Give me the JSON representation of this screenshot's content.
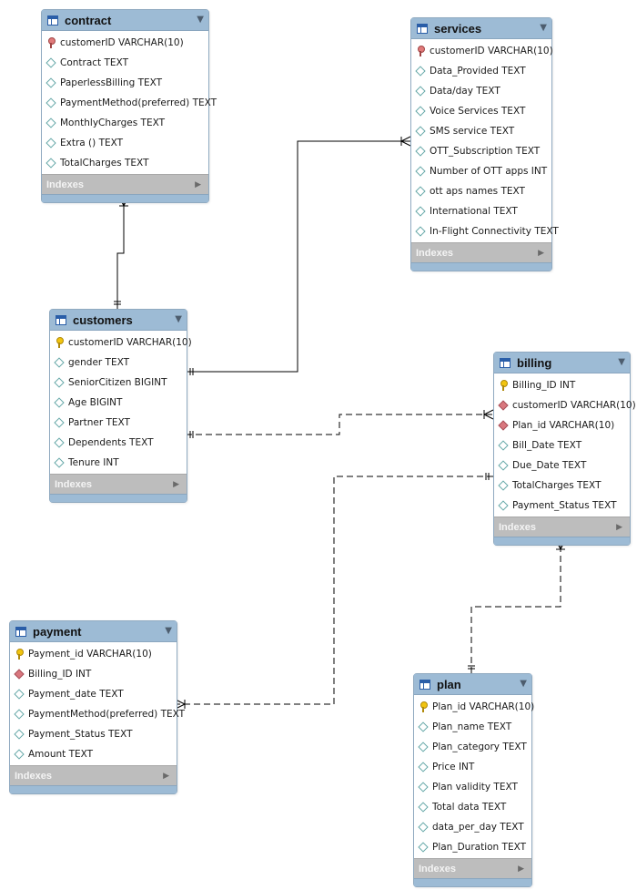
{
  "tables": {
    "contract": {
      "title": "contract",
      "indexes_label": "Indexes",
      "columns": [
        {
          "text": "customerID VARCHAR(10)",
          "kind": "pkfk"
        },
        {
          "text": "Contract TEXT",
          "kind": "col"
        },
        {
          "text": "PaperlessBilling TEXT",
          "kind": "col"
        },
        {
          "text": "PaymentMethod(preferred) TEXT",
          "kind": "col"
        },
        {
          "text": "MonthlyCharges TEXT",
          "kind": "col"
        },
        {
          "text": "Extra () TEXT",
          "kind": "col"
        },
        {
          "text": "TotalCharges TEXT",
          "kind": "col"
        }
      ]
    },
    "services": {
      "title": "services",
      "indexes_label": "Indexes",
      "columns": [
        {
          "text": "customerID VARCHAR(10)",
          "kind": "pkfk"
        },
        {
          "text": "Data_Provided TEXT",
          "kind": "col"
        },
        {
          "text": "Data/day TEXT",
          "kind": "col"
        },
        {
          "text": "Voice Services TEXT",
          "kind": "col"
        },
        {
          "text": "SMS service TEXT",
          "kind": "col"
        },
        {
          "text": "OTT_Subscription TEXT",
          "kind": "col"
        },
        {
          "text": "Number of OTT apps INT",
          "kind": "col"
        },
        {
          "text": "ott aps names TEXT",
          "kind": "col"
        },
        {
          "text": "International TEXT",
          "kind": "col"
        },
        {
          "text": "In-Flight Connectivity TEXT",
          "kind": "col"
        }
      ]
    },
    "customers": {
      "title": "customers",
      "indexes_label": "Indexes",
      "columns": [
        {
          "text": "customerID VARCHAR(10)",
          "kind": "pk"
        },
        {
          "text": "gender TEXT",
          "kind": "col"
        },
        {
          "text": "SeniorCitizen BIGINT",
          "kind": "col"
        },
        {
          "text": "Age BIGINT",
          "kind": "col"
        },
        {
          "text": "Partner TEXT",
          "kind": "col"
        },
        {
          "text": "Dependents TEXT",
          "kind": "col"
        },
        {
          "text": "Tenure INT",
          "kind": "col"
        }
      ]
    },
    "billing": {
      "title": "billing",
      "indexes_label": "Indexes",
      "columns": [
        {
          "text": "Billing_ID INT",
          "kind": "pk"
        },
        {
          "text": "customerID VARCHAR(10)",
          "kind": "fk"
        },
        {
          "text": "Plan_id VARCHAR(10)",
          "kind": "fk"
        },
        {
          "text": "Bill_Date TEXT",
          "kind": "col"
        },
        {
          "text": "Due_Date TEXT",
          "kind": "col"
        },
        {
          "text": "TotalCharges TEXT",
          "kind": "col"
        },
        {
          "text": "Payment_Status TEXT",
          "kind": "col"
        }
      ]
    },
    "payment": {
      "title": "payment",
      "indexes_label": "Indexes",
      "columns": [
        {
          "text": "Payment_id VARCHAR(10)",
          "kind": "pk"
        },
        {
          "text": "Billing_ID INT",
          "kind": "fk"
        },
        {
          "text": "Payment_date TEXT",
          "kind": "col"
        },
        {
          "text": "PaymentMethod(preferred) TEXT",
          "kind": "col"
        },
        {
          "text": "Payment_Status TEXT",
          "kind": "col"
        },
        {
          "text": "Amount TEXT",
          "kind": "col"
        }
      ]
    },
    "plan": {
      "title": "plan",
      "indexes_label": "Indexes",
      "columns": [
        {
          "text": "Plan_id VARCHAR(10)",
          "kind": "pk"
        },
        {
          "text": "Plan_name TEXT",
          "kind": "col"
        },
        {
          "text": "Plan_category TEXT",
          "kind": "col"
        },
        {
          "text": "Price INT",
          "kind": "col"
        },
        {
          "text": "Plan validity TEXT",
          "kind": "col"
        },
        {
          "text": "Total data TEXT",
          "kind": "col"
        },
        {
          "text": "data_per_day TEXT",
          "kind": "col"
        },
        {
          "text": "Plan_Duration TEXT",
          "kind": "col"
        }
      ]
    }
  },
  "relationships": [
    {
      "from": "customers",
      "to": "contract",
      "style": "solid",
      "from_end": "one-and-only-one",
      "to_end": "one-or-many"
    },
    {
      "from": "customers",
      "to": "services",
      "style": "solid",
      "from_end": "one-and-only-one",
      "to_end": "one-or-many"
    },
    {
      "from": "customers",
      "to": "billing",
      "style": "dashed",
      "from_end": "one-and-only-one",
      "to_end": "one-or-many"
    },
    {
      "from": "billing",
      "to": "payment",
      "style": "dashed",
      "from_end": "one-and-only-one",
      "to_end": "one-or-many"
    },
    {
      "from": "plan",
      "to": "billing",
      "style": "dashed",
      "from_end": "one-and-only-one",
      "to_end": "one-or-many"
    }
  ],
  "colors": {
    "header": "#9dbbd5",
    "indexes_bar": "#bdbdbd",
    "connector": "#000000"
  }
}
